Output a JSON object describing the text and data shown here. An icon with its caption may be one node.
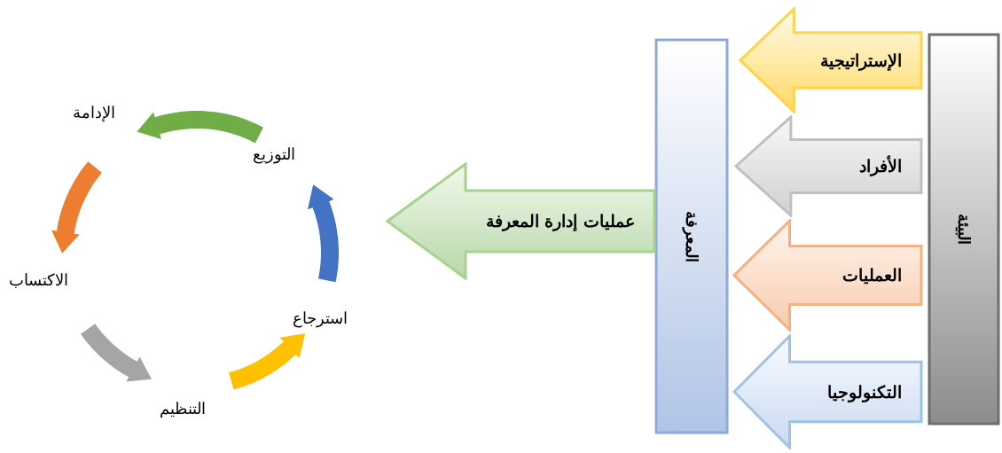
{
  "diagram": {
    "nodes": [
      {
        "text": [
          "المعرفة"
        ]
      },
      {
        "text": [
          "الإستراتيجية"
        ]
      },
      {
        "text": [
          "الأفراد"
        ]
      },
      {
        "text": [
          "العمليات"
        ]
      },
      {
        "text": [
          "التكنولوجيا"
        ]
      },
      {
        "text": [
          "البيئة"
        ]
      },
      {
        "text": [
          "عمليات إدارة المعرفة"
        ]
      }
    ],
    "labels": [
      "الإدامة",
      "التوزيع",
      "الاكتساب",
      "استرجاع",
      "التنظيم"
    ]
  }
}
